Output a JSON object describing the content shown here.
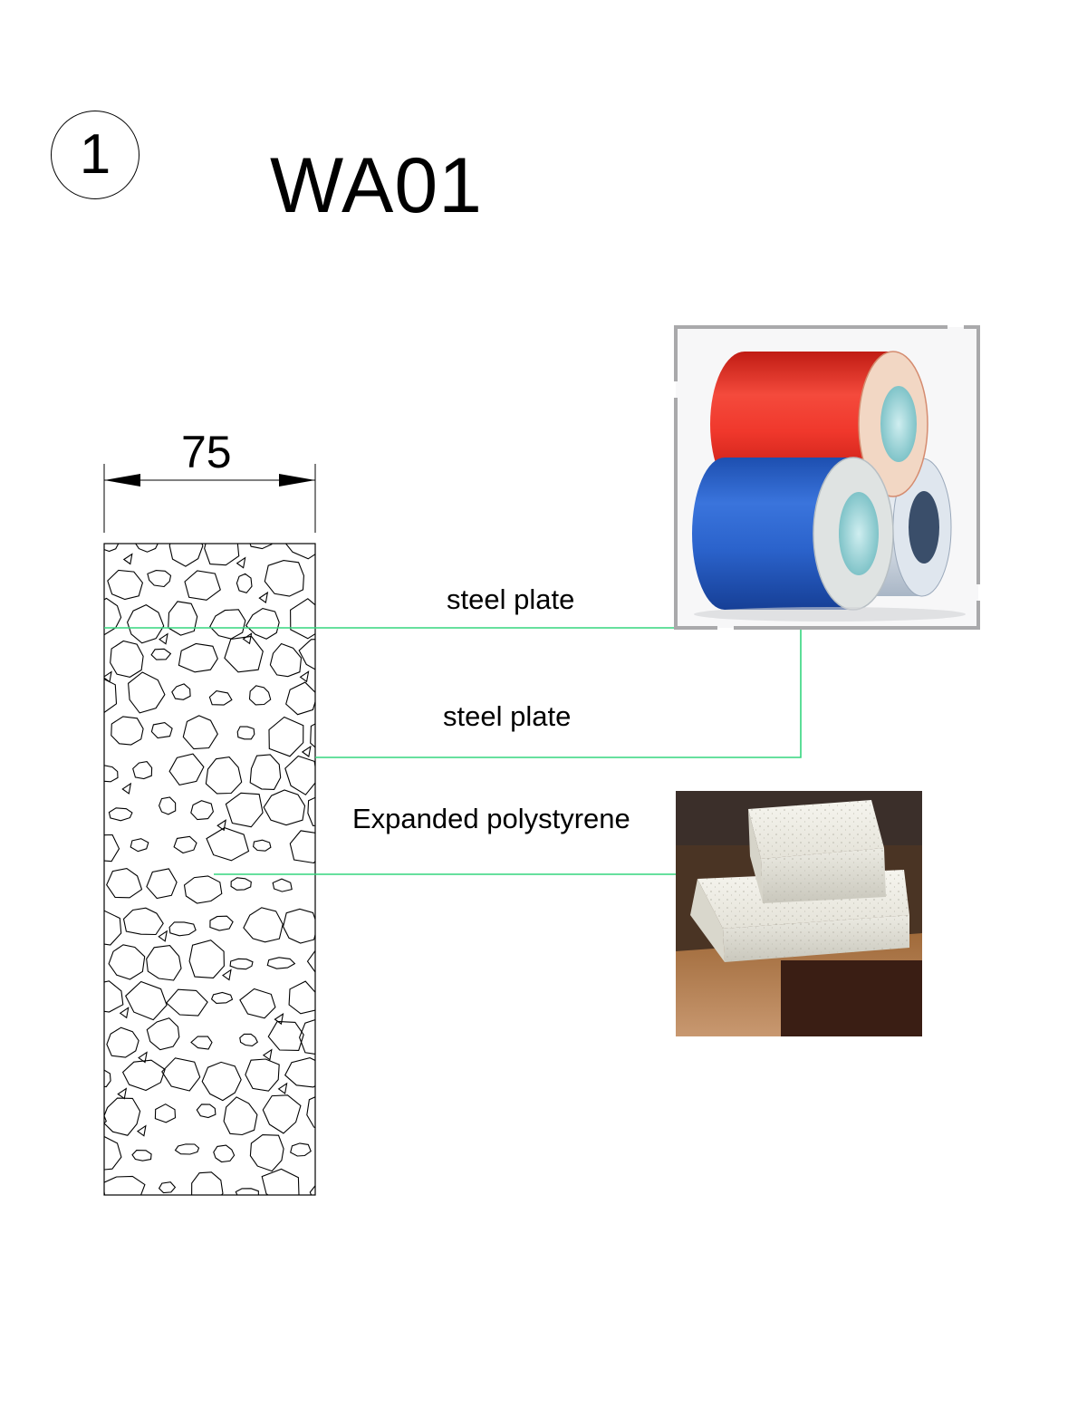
{
  "sheet": {
    "number": "1",
    "title": "WA01"
  },
  "dimension": {
    "value": "75"
  },
  "callouts": [
    {
      "text": "steel plate"
    },
    {
      "text": "steel plate"
    },
    {
      "text": "Expanded polystyrene"
    }
  ],
  "photos": [
    {
      "subject": "colour-coated steel coils (red, blue, white)"
    },
    {
      "subject": "white expanded polystyrene blocks"
    }
  ],
  "colors": {
    "leader_line": "#35d67e",
    "outline": "#000000"
  }
}
